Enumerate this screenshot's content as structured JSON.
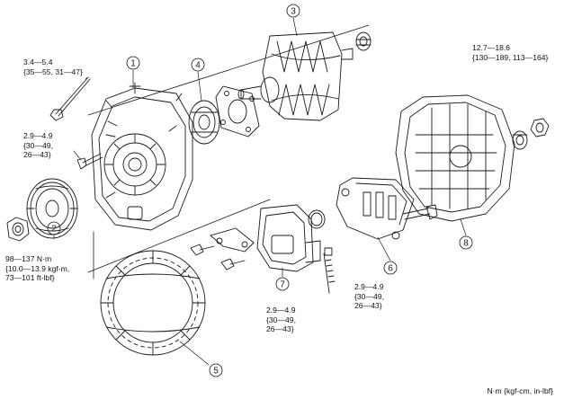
{
  "callouts": [
    "1",
    "2",
    "3",
    "4",
    "5",
    "6",
    "7",
    "8"
  ],
  "torques": {
    "through_bolt": [
      "3.4—5.4",
      "{35—55, 31—47}"
    ],
    "rear_bolt": [
      "2.9—4.9",
      "{30—49,",
      "26—43}"
    ],
    "pulley_nut": [
      "98—137 N·m",
      "{10.0—13.9 kgf-m,",
      "73—101 ft-lbf}"
    ],
    "terminal_nut": [
      "12.7—18.6",
      "{130—189, 113—164}"
    ],
    "regulator_bolt": [
      "2.9—4.9",
      "{30—49,",
      "26—43}"
    ],
    "rectifier_bolt": [
      "2.9—4.9",
      "{30—49,",
      "26—43}"
    ]
  },
  "unit_note": "N·m {kgf-cm, in-lbf}",
  "colors": {
    "line": "#1a1a1a",
    "background": "#ffffff"
  }
}
